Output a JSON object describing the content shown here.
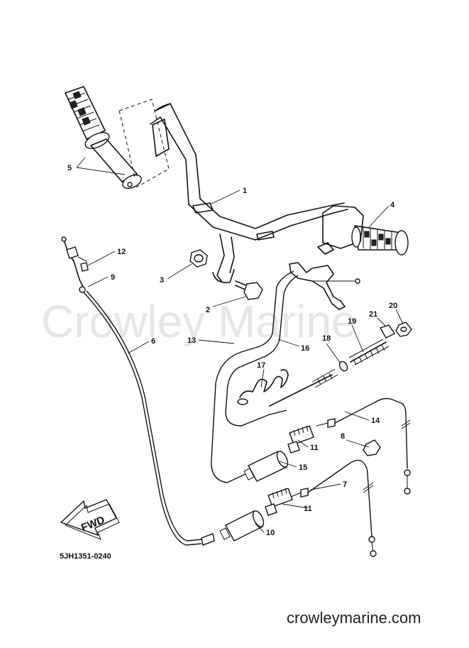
{
  "watermark": "Crowley Marine",
  "diagram_code": "5JH1351-0240",
  "website": "crowleymarine.com",
  "direction_arrow": "FWD",
  "callouts": {
    "c1": "1",
    "c2": "2",
    "c3": "3",
    "c4": "4",
    "c5": "5",
    "c6": "6",
    "c7": "7",
    "c8": "8",
    "c9": "9",
    "c10": "10",
    "c11a": "11",
    "c11b": "11",
    "c12": "12",
    "c13": "13",
    "c14": "14",
    "c15": "15",
    "c16": "16",
    "c17": "17",
    "c18": "18",
    "c19": "19",
    "c20": "20",
    "c21": "21"
  }
}
